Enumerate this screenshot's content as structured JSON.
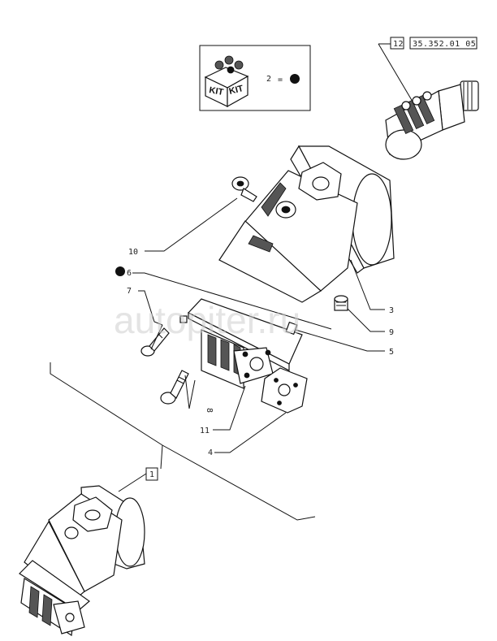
{
  "reference": {
    "index": "12",
    "code": "35.352.01 05"
  },
  "kit_box": {
    "kit_word_left": "KIT",
    "kit_word_right": "KIT",
    "number": "2",
    "equals": "="
  },
  "watermark": "autopiter.ru",
  "callouts": {
    "c1": "1",
    "c3": "3",
    "c4": "4",
    "c5": "5",
    "c6": "6",
    "c7": "7",
    "c8": "8",
    "c9": "9",
    "c10": "10",
    "c11": "11"
  }
}
